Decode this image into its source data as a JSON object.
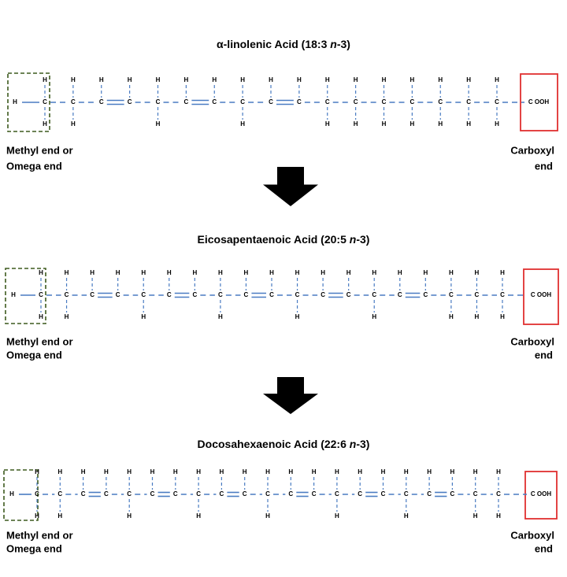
{
  "molecules": [
    {
      "name_prefix": "α-linolenic Acid (18:3 ",
      "name_n": "n",
      "name_suffix": "-3)",
      "carbons": 18,
      "double_bonds_after": [
        3,
        6,
        9
      ],
      "methyl_label": [
        "Methyl end or",
        "Omega end"
      ],
      "carboxyl_label": [
        "Carboxyl",
        "end"
      ],
      "terminal_group": "C OOH"
    },
    {
      "name_prefix": "Eicosapentaenoic Acid (20:5 ",
      "name_n": "n",
      "name_suffix": "-3)",
      "carbons": 20,
      "double_bonds_after": [
        3,
        6,
        9,
        12,
        15
      ],
      "methyl_label": [
        "Methyl end or",
        "Omega end"
      ],
      "carboxyl_label": [
        "Carboxyl",
        "end"
      ],
      "terminal_group": "C OOH"
    },
    {
      "name_prefix": "Docosahexaenoic Acid (22:6 ",
      "name_n": "n",
      "name_suffix": "-3)",
      "carbons": 22,
      "double_bonds_after": [
        3,
        6,
        9,
        12,
        15,
        18
      ],
      "methyl_label": [
        "Methyl end or",
        "Omega end"
      ],
      "carboxyl_label": [
        "Carboxyl",
        "end"
      ],
      "terminal_group": "C OOH"
    }
  ],
  "atoms": {
    "carbon": "C",
    "hydrogen": "H"
  },
  "colors": {
    "bond": "#4a7cc2",
    "methyl_box": "#3d5a1e",
    "carboxyl_box": "#e03030",
    "arrow": "#000000"
  }
}
